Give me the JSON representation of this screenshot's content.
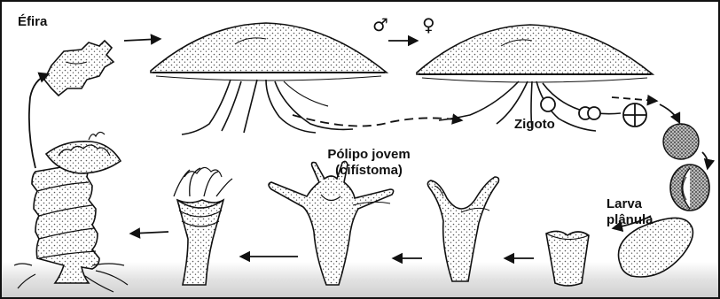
{
  "labels": {
    "efira": "Éfira",
    "male_symbol": "♂",
    "female_symbol": "♀",
    "zigoto": "Zigoto",
    "polipo_line1": "Pólipo jovem",
    "polipo_line2": "(cifístoma)",
    "larva_line1": "Larva",
    "larva_line2": "plânula"
  },
  "colors": {
    "ink": "#111111",
    "stipple": "#555555",
    "ground": "#d9d9d9",
    "background": "#ffffff"
  }
}
